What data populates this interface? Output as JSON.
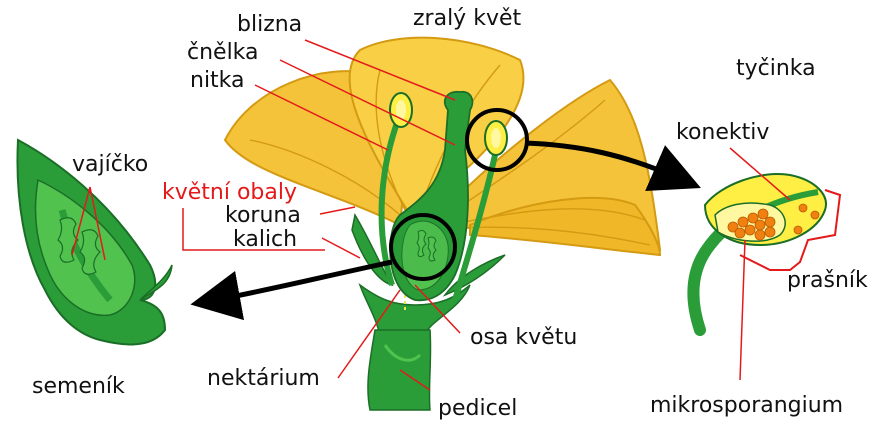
{
  "title": "zralý květ",
  "labels": {
    "blizna": "blizna",
    "cnelka": "čnělka",
    "nitka": "nitka",
    "vajicko": "vajíčko",
    "kvetni_obaly": "květní obaly",
    "koruna": "koruna",
    "kalich": "kalich",
    "semenik": "semeník",
    "nektarium": "nektárium",
    "osa_kvetu": "osa květu",
    "pedicel": "pedicel",
    "tycinka": "tyčinka",
    "konektiv": "konektiv",
    "prasnik": "prašník",
    "mikrosporangium": "mikrosporangium"
  },
  "colors": {
    "petal": "#f4c33a",
    "petal_light": "#ffdd55",
    "petal_outline": "#d49a12",
    "green": "#2a9d38",
    "green_light": "#52c24f",
    "green_dark": "#1b6e27",
    "anther": "#ffee44",
    "pollen": "#f08010",
    "leader_red": "#e41a1a",
    "arrow": "#000000"
  }
}
